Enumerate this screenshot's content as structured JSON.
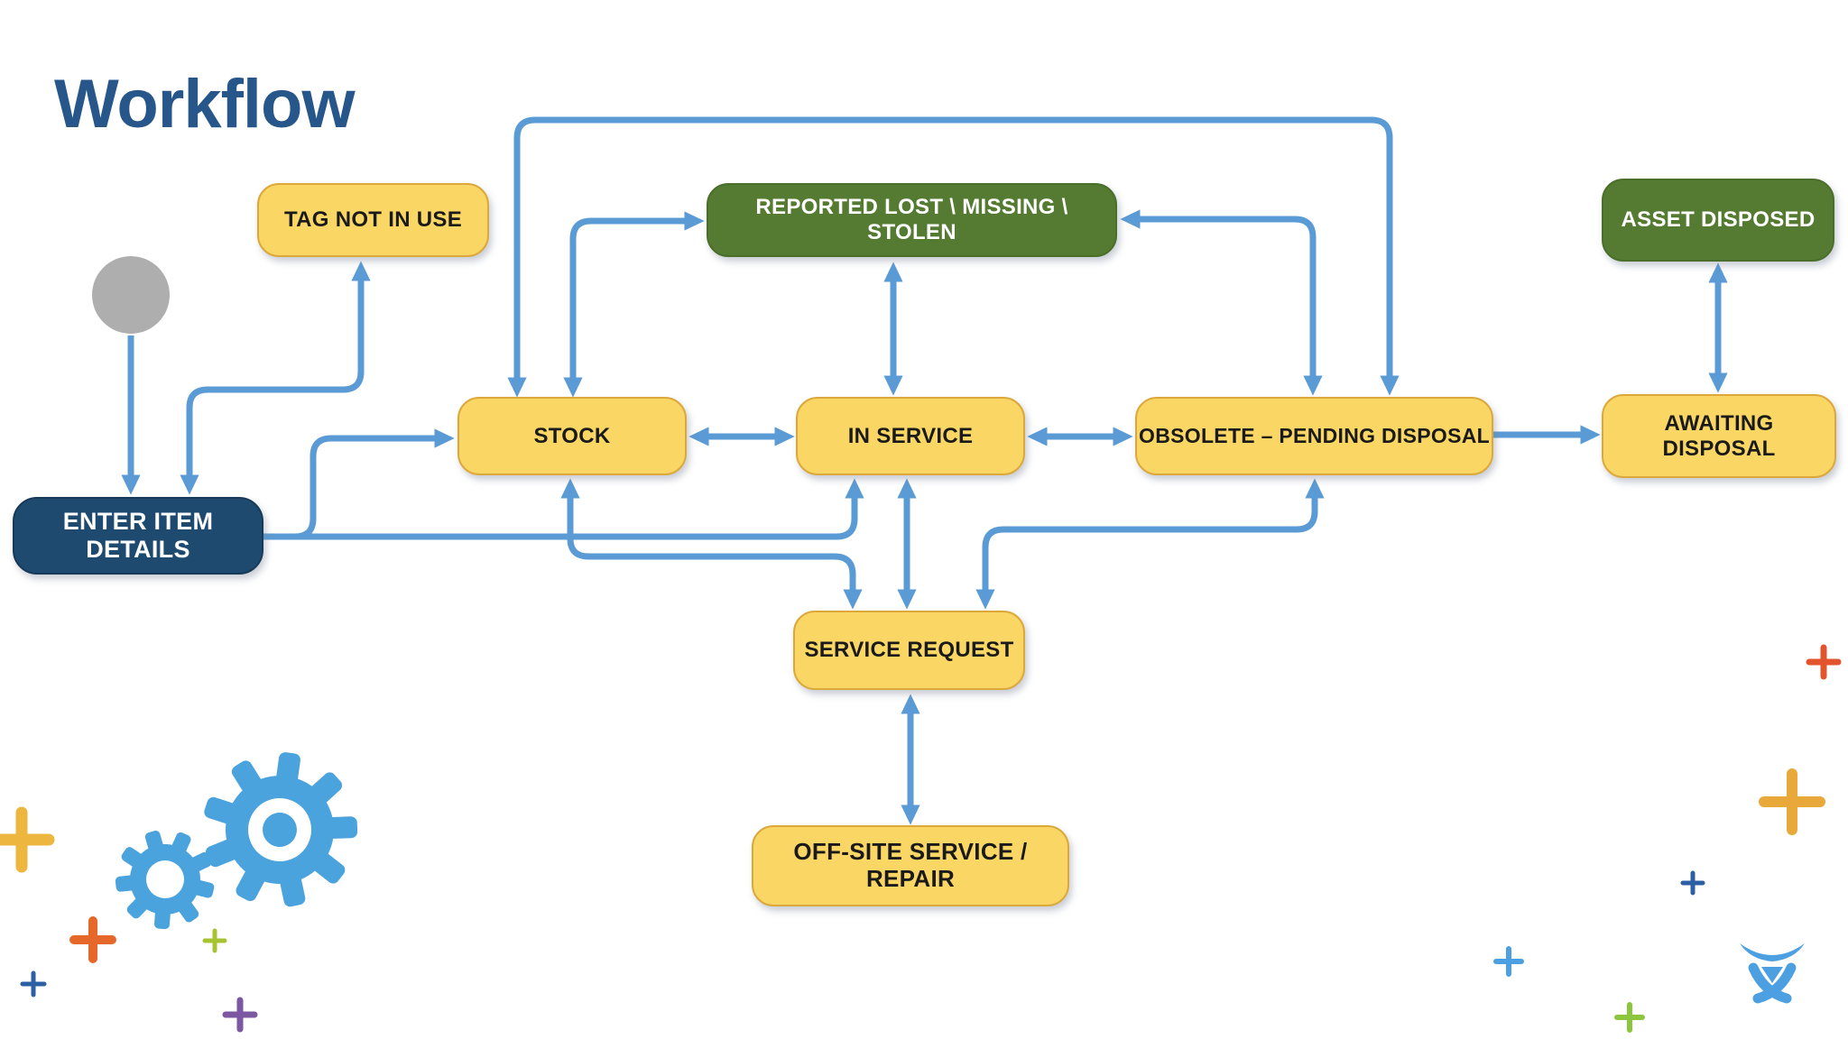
{
  "title": "Workflow",
  "colors": {
    "title_text": "#27568A",
    "yellow_node_fill": "#FAD765",
    "yellow_node_border": "#DCA83C",
    "green_node_fill": "#547B31",
    "navy_node_fill": "#1E4A70",
    "arrow_blue": "#5B9BD5",
    "start_circle_gray": "#AEAEAE"
  },
  "nodes": {
    "tag_not_in_use": {
      "label": "TAG NOT IN USE"
    },
    "reported_lost_missing_stolen": {
      "label": "REPORTED LOST \\ MISSING \\ STOLEN"
    },
    "asset_disposed": {
      "label": "ASSET DISPOSED"
    },
    "stock": {
      "label": "STOCK"
    },
    "in_service": {
      "label": "IN SERVICE"
    },
    "obsolete_pending_disposal": {
      "label": "OBSOLETE – PENDING DISPOSAL"
    },
    "awaiting_disposal": {
      "label": "AWAITING DISPOSAL"
    },
    "enter_item_details": {
      "label": "ENTER ITEM DETAILS"
    },
    "service_request": {
      "label": "SERVICE REQUEST"
    },
    "offsite_service_repair": {
      "label": "OFF-SITE SERVICE / REPAIR"
    }
  },
  "edges": [
    {
      "from": "start_circle",
      "to": "enter_item_details",
      "arrows": "one-way"
    },
    {
      "from": "enter_item_details",
      "to": "tag_not_in_use",
      "arrows": "two-way"
    },
    {
      "from": "stock",
      "to": "obsolete_pending_disposal",
      "arrows": "two-way",
      "route": "top"
    },
    {
      "from": "stock",
      "to": "reported_lost_missing_stolen",
      "arrows": "two-way"
    },
    {
      "from": "in_service",
      "to": "reported_lost_missing_stolen",
      "arrows": "two-way"
    },
    {
      "from": "obsolete_pending_disposal",
      "to": "reported_lost_missing_stolen",
      "arrows": "two-way"
    },
    {
      "from": "awaiting_disposal",
      "to": "asset_disposed",
      "arrows": "two-way"
    },
    {
      "from": "enter_item_details",
      "to": "stock",
      "arrows": "one-way"
    },
    {
      "from": "enter_item_details",
      "to": "in_service",
      "arrows": "one-way"
    },
    {
      "from": "stock",
      "to": "in_service",
      "arrows": "two-way"
    },
    {
      "from": "in_service",
      "to": "obsolete_pending_disposal",
      "arrows": "two-way"
    },
    {
      "from": "stock",
      "to": "service_request",
      "arrows": "two-way"
    },
    {
      "from": "in_service",
      "to": "service_request",
      "arrows": "two-way"
    },
    {
      "from": "obsolete_pending_disposal",
      "to": "service_request",
      "arrows": "two-way"
    },
    {
      "from": "obsolete_pending_disposal",
      "to": "awaiting_disposal",
      "arrows": "one-way"
    },
    {
      "from": "service_request",
      "to": "offsite_service_repair",
      "arrows": "two-way"
    }
  ],
  "decorations": {
    "gears_icon": "two blue gears",
    "logo_icon": "atlassian-charlie-logo",
    "plus_marks": [
      "gold",
      "orange",
      "yellow-green",
      "purple",
      "navy",
      "red-orange",
      "gold-large",
      "navy-small",
      "light-blue",
      "green"
    ]
  }
}
